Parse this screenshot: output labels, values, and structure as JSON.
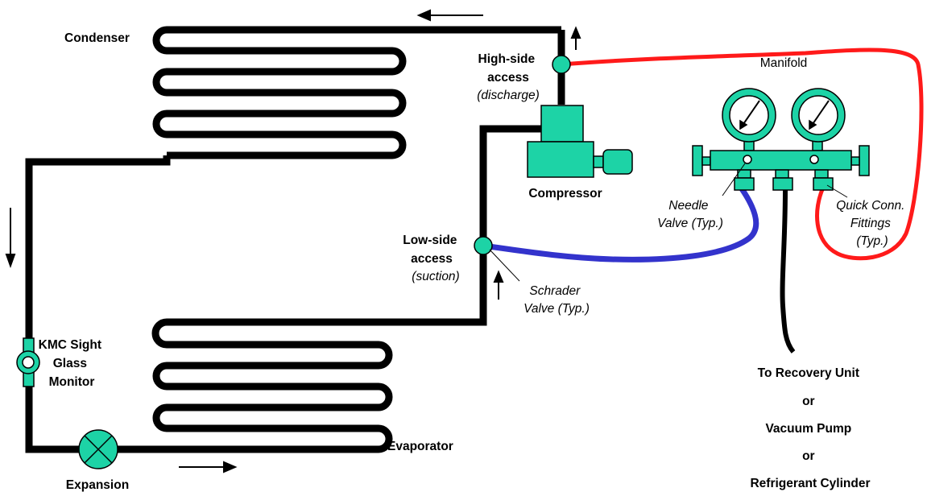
{
  "labels": {
    "condenser": "Condenser",
    "high_side_1": "High-side",
    "high_side_2": "access",
    "high_side_3": "(discharge)",
    "manifold": "Manifold",
    "compressor": "Compressor",
    "needle_1": "Needle",
    "needle_2": "Valve (Typ.)",
    "quick_1": "Quick Conn.",
    "quick_2": "Fittings",
    "quick_3": "(Typ.)",
    "low_side_1": "Low-side",
    "low_side_2": "access",
    "low_side_3": "(suction)",
    "schrader_1": "Schrader",
    "schrader_2": "Valve (Typ.)",
    "kmc_1": "KMC Sight",
    "kmc_2": "Glass",
    "kmc_3": "Monitor",
    "evaporator": "Evaporator",
    "expansion": "Expansion",
    "dest_1": "To Recovery Unit",
    "or_1": "or",
    "dest_2": "Vacuum Pump",
    "or_2": "or",
    "dest_3": "Refrigerant Cylinder"
  },
  "colors": {
    "pipe": "#000000",
    "component": "#1dd3a6",
    "high_hose": "#ff1a1a",
    "low_hose": "#3333cc"
  }
}
